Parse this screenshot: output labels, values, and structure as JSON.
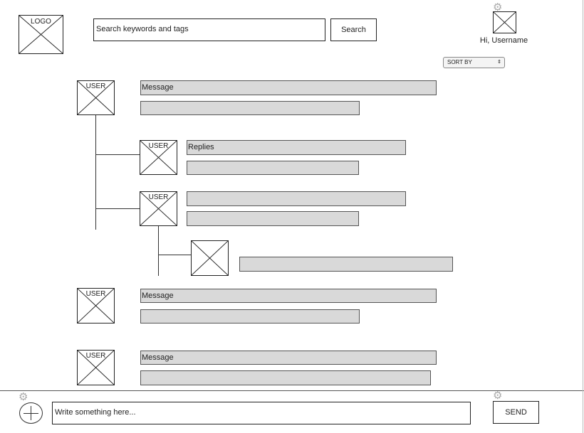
{
  "header": {
    "logo_label": "LOGO",
    "search": {
      "value": "Search keywords and tags"
    },
    "search_button": "Search",
    "greeting": "Hi, Username",
    "sort_label": "SORT BY"
  },
  "icons": {
    "settings": "gear-icon",
    "add": "plus-circle-icon",
    "image": "image-placeholder-icon"
  },
  "feed": {
    "user_label": "USER",
    "posts": [
      {
        "message": "Message",
        "second_line": ""
      },
      {
        "message": "Message",
        "second_line": ""
      },
      {
        "message": "Message",
        "second_line": ""
      }
    ],
    "replies": [
      {
        "text": "Replies",
        "second_line": ""
      },
      {
        "text": "",
        "second_line": ""
      }
    ],
    "nested_reply": {
      "text": ""
    }
  },
  "composer": {
    "placeholder": "Write something here...",
    "send_label": "SEND"
  }
}
